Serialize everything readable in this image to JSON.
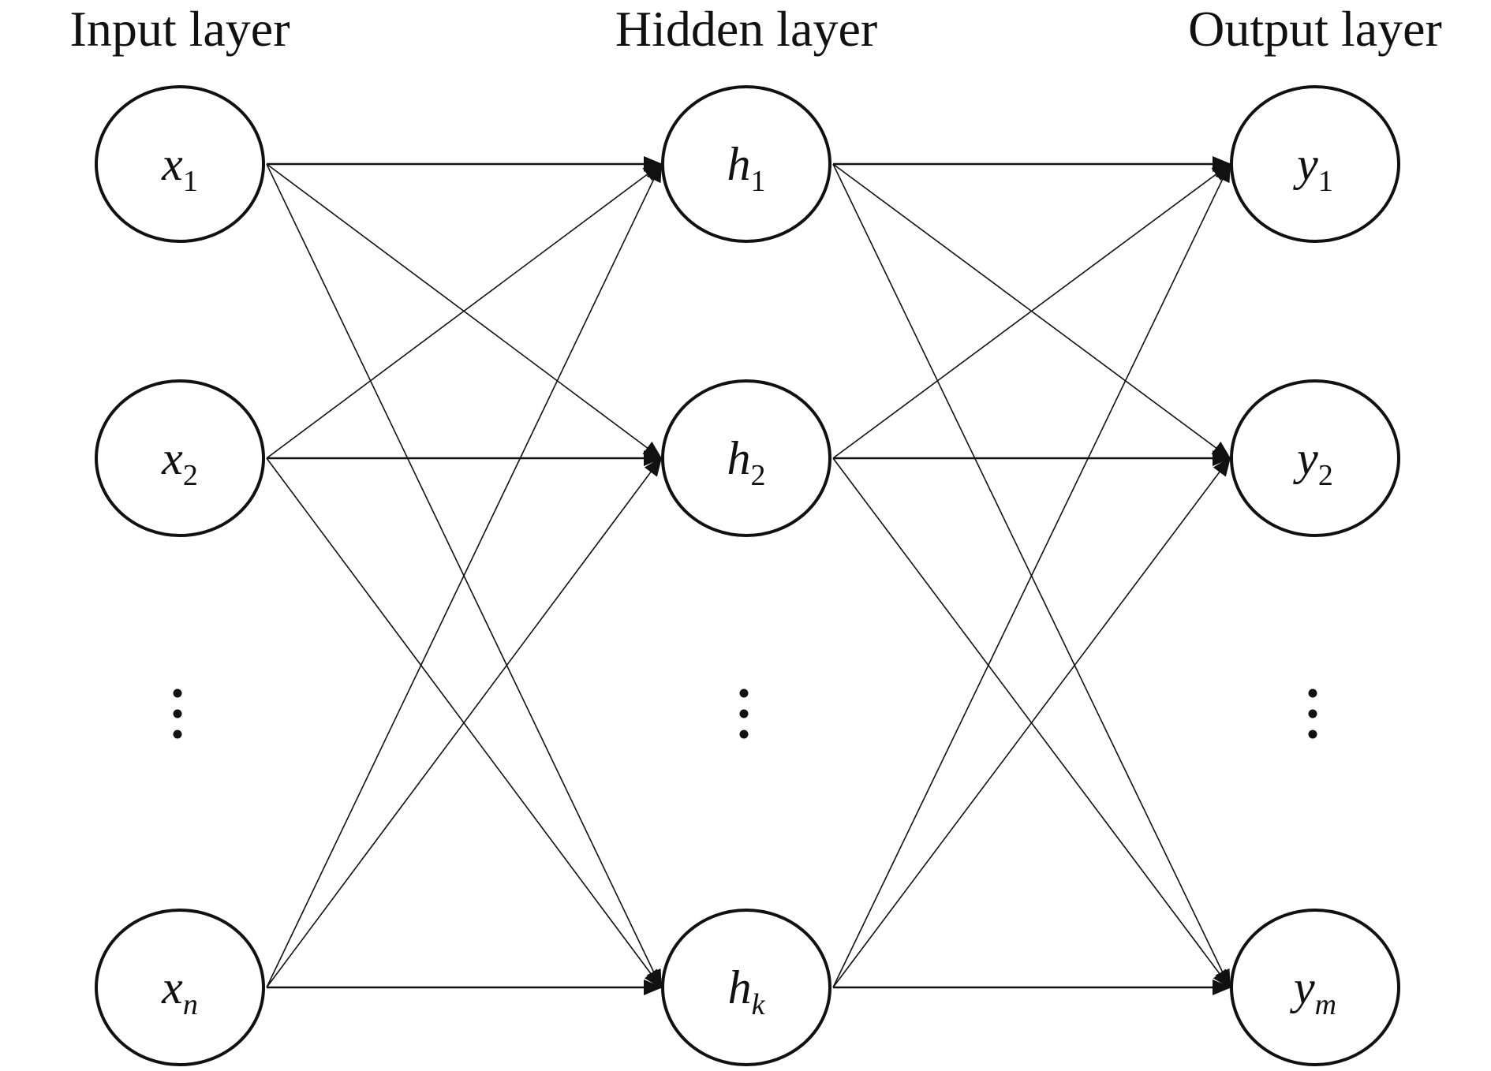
{
  "layers": [
    {
      "title": "Input layer",
      "nodes": [
        {
          "base": "x",
          "sub": "1"
        },
        {
          "base": "x",
          "sub": "2"
        },
        {
          "base": "x",
          "sub": "n"
        }
      ],
      "ellipsis": "⋮"
    },
    {
      "title": "Hidden layer",
      "nodes": [
        {
          "base": "h",
          "sub": "1"
        },
        {
          "base": "h",
          "sub": "2"
        },
        {
          "base": "h",
          "sub": "k"
        }
      ],
      "ellipsis": "⋮"
    },
    {
      "title": "Output layer",
      "nodes": [
        {
          "base": "y",
          "sub": "1"
        },
        {
          "base": "y",
          "sub": "2"
        },
        {
          "base": "y",
          "sub": "m"
        }
      ],
      "ellipsis": "⋮"
    }
  ],
  "connections": "fully-connected",
  "colors": {
    "stroke": "#111111",
    "background": "#ffffff"
  }
}
